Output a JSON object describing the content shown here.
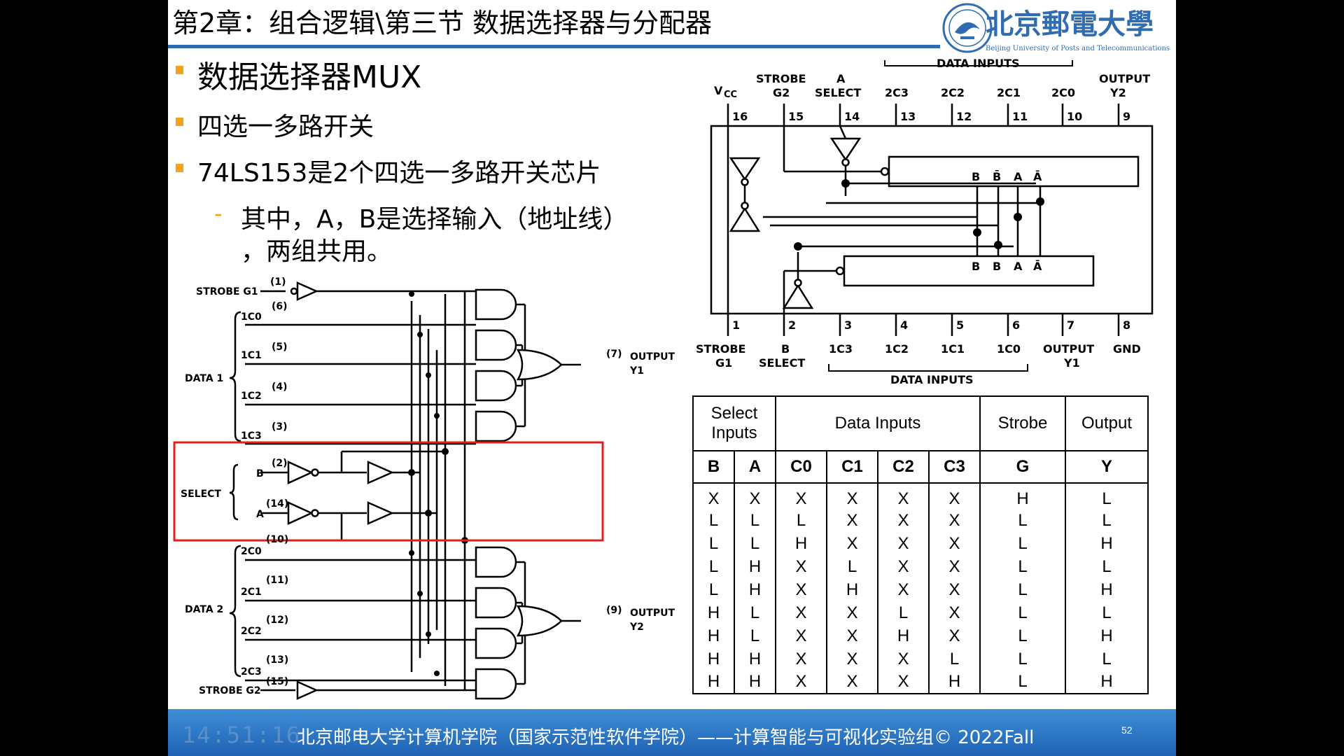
{
  "title": "第2章：组合逻辑\\第三节  数据选择器与分配器",
  "university": {
    "name_cn": "北京郵電大學",
    "name_en": "Beijing University of Posts and Telecommunications"
  },
  "bullets": [
    {
      "text": "数据选择器MUX"
    },
    {
      "text": "四选一多路开关"
    },
    {
      "text": "74LS153是2个四选一多路开关芯片"
    }
  ],
  "sub_bullet": {
    "line1": "其中，A，B是选择输入（地址线）",
    "line2": "，两组共用。"
  },
  "logic_diagram": {
    "strobe_g1": "STROBE G1",
    "pin1": "(1)",
    "data1": "DATA 1",
    "c1_labels": [
      "1C0",
      "1C1",
      "1C2",
      "1C3"
    ],
    "c1_pins": [
      "(6)",
      "(5)",
      "(4)",
      "(3)"
    ],
    "select": "SELECT",
    "b": "B",
    "a": "A",
    "pin_b": "(2)",
    "pin_a": "(14)",
    "data2": "DATA 2",
    "c2_labels": [
      "2C0",
      "2C1",
      "2C2",
      "2C3"
    ],
    "c2_pins": [
      "(10)",
      "(11)",
      "(12)",
      "(13)"
    ],
    "strobe_g2": "STROBE G2",
    "pin15": "(15)",
    "out1_pin": "(7)",
    "out1": "OUTPUT",
    "out1_y": "Y1",
    "out2_pin": "(9)",
    "out2": "OUTPUT",
    "out2_y": "Y2"
  },
  "pinout": {
    "top_header": "DATA INPUTS",
    "bottom_header": "DATA INPUTS",
    "top_labels": [
      {
        "l1": "V",
        "l2": "CC",
        "pin": "16"
      },
      {
        "l1": "STROBE",
        "l2": "G2",
        "pin": "15"
      },
      {
        "l1": "A",
        "l2": "SELECT",
        "pin": "14"
      },
      {
        "l1": "",
        "l2": "2C3",
        "pin": "13"
      },
      {
        "l1": "",
        "l2": "2C2",
        "pin": "12"
      },
      {
        "l1": "",
        "l2": "2C1",
        "pin": "11"
      },
      {
        "l1": "",
        "l2": "2C0",
        "pin": "10"
      },
      {
        "l1": "OUTPUT",
        "l2": "Y2",
        "pin": "9"
      }
    ],
    "bottom_labels": [
      {
        "l1": "STROBE",
        "l2": "G1",
        "pin": "1"
      },
      {
        "l1": "B",
        "l2": "SELECT",
        "pin": "2"
      },
      {
        "l1": "1C3",
        "l2": "",
        "pin": "3"
      },
      {
        "l1": "1C2",
        "l2": "",
        "pin": "4"
      },
      {
        "l1": "1C1",
        "l2": "",
        "pin": "5"
      },
      {
        "l1": "1C0",
        "l2": "",
        "pin": "6"
      },
      {
        "l1": "OUTPUT",
        "l2": "Y1",
        "pin": "7"
      },
      {
        "l1": "GND",
        "l2": "",
        "pin": "8"
      }
    ],
    "box_labels": [
      "B",
      "B̄",
      "A",
      "Ā"
    ],
    "box2_labels": [
      "B",
      "B",
      "A",
      "Ā"
    ]
  },
  "truth_table": {
    "group_headers": {
      "select": "Select Inputs",
      "data": "Data Inputs",
      "strobe": "Strobe",
      "output": "Output"
    },
    "columns": [
      "B",
      "A",
      "C0",
      "C1",
      "C2",
      "C3",
      "G",
      "Y"
    ],
    "rows": [
      [
        "X",
        "X",
        "X",
        "X",
        "X",
        "X",
        "H",
        "L"
      ],
      [
        "L",
        "L",
        "L",
        "X",
        "X",
        "X",
        "L",
        "L"
      ],
      [
        "L",
        "L",
        "H",
        "X",
        "X",
        "X",
        "L",
        "H"
      ],
      [
        "L",
        "H",
        "X",
        "L",
        "X",
        "X",
        "L",
        "L"
      ],
      [
        "L",
        "H",
        "X",
        "H",
        "X",
        "X",
        "L",
        "H"
      ],
      [
        "H",
        "L",
        "X",
        "X",
        "L",
        "X",
        "L",
        "L"
      ],
      [
        "H",
        "L",
        "X",
        "X",
        "H",
        "X",
        "L",
        "H"
      ],
      [
        "H",
        "H",
        "X",
        "X",
        "X",
        "L",
        "L",
        "L"
      ],
      [
        "H",
        "H",
        "X",
        "X",
        "X",
        "H",
        "L",
        "H"
      ]
    ]
  },
  "footer": {
    "time": "14:51:16",
    "text": "北京邮电大学计算机学院（国家示范性软件学院）——计算智能与可视化实验组© 2022Fall",
    "page": "52"
  },
  "colors": {
    "accent": "#f5a21b",
    "rule": "#2f6db0",
    "highlight": "#e02020",
    "footer": "#2a74c4"
  }
}
